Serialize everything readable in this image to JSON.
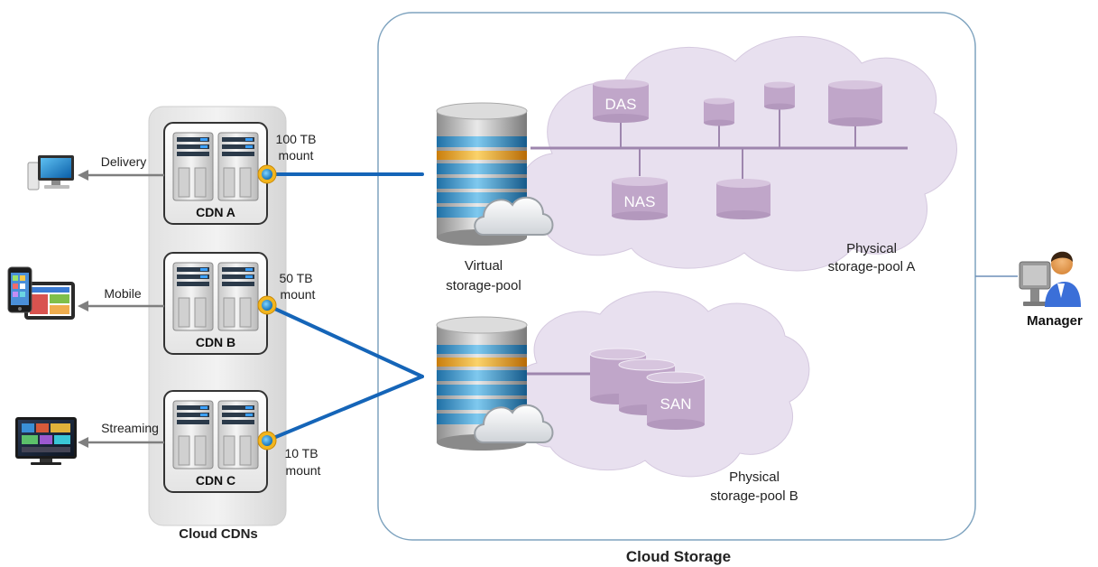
{
  "labels": {
    "cloud_cdns": "Cloud CDNs",
    "cloud_storage": "Cloud Storage",
    "manager": "Manager",
    "virtual_pool_line1": "Virtual",
    "virtual_pool_line2": "storage-pool",
    "pool_a_line1": "Physical",
    "pool_a_line2": "storage-pool A",
    "pool_b_line1": "Physical",
    "pool_b_line2": "storage-pool B"
  },
  "cdns": [
    {
      "name": "CDN A",
      "capacity": "100 TB",
      "unit": "mount",
      "service": "Delivery",
      "device": "desktop-computer"
    },
    {
      "name": "CDN B",
      "capacity": "50 TB",
      "unit": "mount",
      "service": "Mobile",
      "device": "phone-and-tablet"
    },
    {
      "name": "CDN C",
      "capacity": "10 TB",
      "unit": "mount",
      "service": "Streaming",
      "device": "smart-tv"
    }
  ],
  "storage_a": {
    "das": "DAS",
    "nas": "NAS"
  },
  "storage_b": {
    "san": "SAN"
  },
  "colors": {
    "link_blue": "#1565b8",
    "arrow_gray": "#7f7f7f",
    "cloud_fill": "#e8e0ef",
    "cloud_stroke": "#c7b8d6",
    "cylinder_fill": "#c0a6c9",
    "cylinder_top": "#d7c5de",
    "bus_line": "#9e86ae",
    "panel_gray": "#d9d9d9",
    "storage_border": "#7ea3bf",
    "manager_line": "#6d8fb8"
  }
}
